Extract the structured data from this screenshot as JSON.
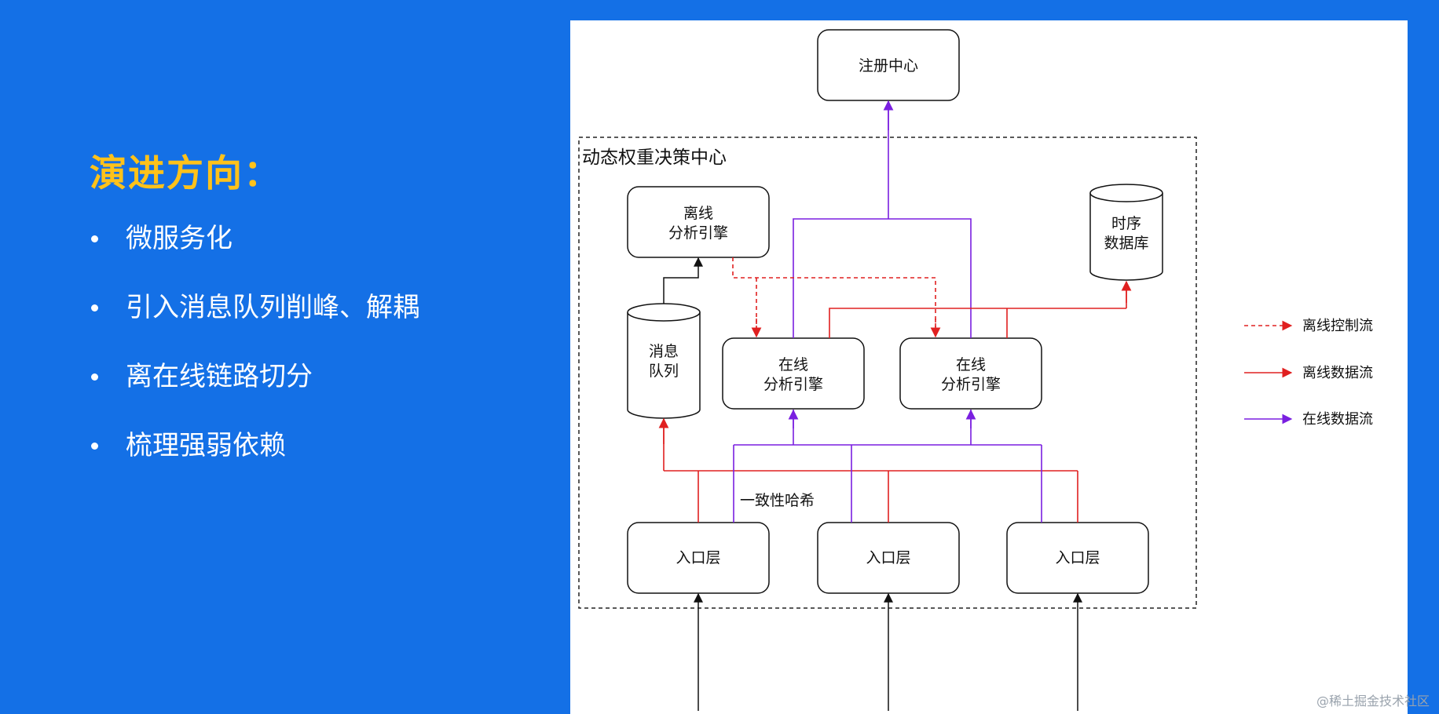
{
  "slide": {
    "title": "演进方向：",
    "bullets": [
      "微服务化",
      "引入消息队列削峰、解耦",
      "离在线链路切分",
      "梳理强弱依赖"
    ]
  },
  "diagram": {
    "registry": "注册中心",
    "decision_center": "动态权重决策中心",
    "offline_engine": [
      "离线",
      "分析引擎"
    ],
    "tsdb": [
      "时序",
      "数据库"
    ],
    "message_queue": [
      "消息",
      "队列"
    ],
    "online_engine_1": [
      "在线",
      "分析引擎"
    ],
    "online_engine_2": [
      "在线",
      "分析引擎"
    ],
    "consistent_hash": "一致性哈希",
    "entry_layers": [
      "入口层",
      "入口层",
      "入口层"
    ]
  },
  "legend": [
    {
      "label": "离线控制流",
      "color": "#e02020",
      "style": "dashed"
    },
    {
      "label": "离线数据流",
      "color": "#e02020",
      "style": "solid"
    },
    {
      "label": "在线数据流",
      "color": "#7a1fe0",
      "style": "solid"
    }
  ],
  "colors": {
    "background": "#1470e6",
    "title": "#ffc21a",
    "offline": "#e02020",
    "online": "#7a1fe0"
  },
  "watermark": "@稀土掘金技术社区"
}
